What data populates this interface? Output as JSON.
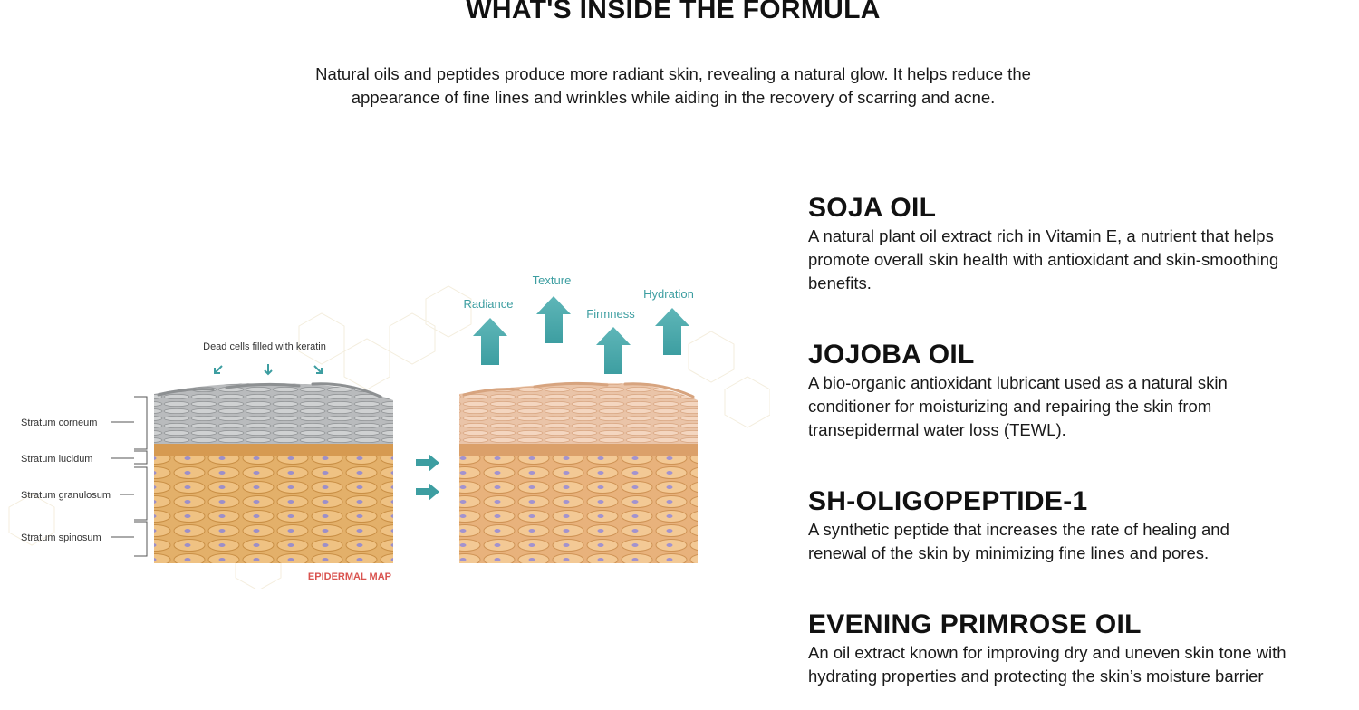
{
  "header": {
    "title": "WHAT'S INSIDE THE FORMULA",
    "intro_line1": "Natural oils and peptides produce more radiant skin, revealing a natural glow. It helps reduce the",
    "intro_line2": "appearance of fine lines and wrinkles while aiding in the recovery of scarring and acne."
  },
  "figure": {
    "caption": "EPIDERMAL MAP",
    "dead_cells_label": "Dead cells filled with keratin",
    "layers": [
      "Stratum corneum",
      "Stratum lucidum",
      "Stratum granulosum",
      "Stratum spinosum"
    ],
    "benefits": [
      "Radiance",
      "Texture",
      "Firmness",
      "Hydration"
    ],
    "colors": {
      "accent": "#3d9ea1",
      "caption": "#d9534f",
      "skin_before": "#d9a35c",
      "skin_after": "#e7b78f",
      "dead_cells": "#a7a9ab"
    }
  },
  "ingredients": [
    {
      "name": "SOJA OIL",
      "lines": [
        "A natural plant oil extract rich in Vitamin E, a nutrient that helps",
        "promote overall skin health with antioxidant and skin-smoothing",
        "benefits."
      ]
    },
    {
      "name": "JOJOBA OIL",
      "lines": [
        "A bio-organic antioxidant lubricant used as a natural skin",
        "conditioner for moisturizing and repairing the skin from",
        "transepidermal water loss (TEWL)."
      ]
    },
    {
      "name": "SH-OLIGOPEPTIDE-1",
      "lines": [
        "A synthetic peptide that increases the rate of healing and",
        "renewal of the skin by minimizing fine lines and pores."
      ]
    },
    {
      "name": "EVENING PRIMROSE OIL",
      "lines": [
        "An oil extract known for improving dry and uneven skin tone with",
        "hydrating properties and protecting the skin’s moisture barrier"
      ]
    }
  ]
}
